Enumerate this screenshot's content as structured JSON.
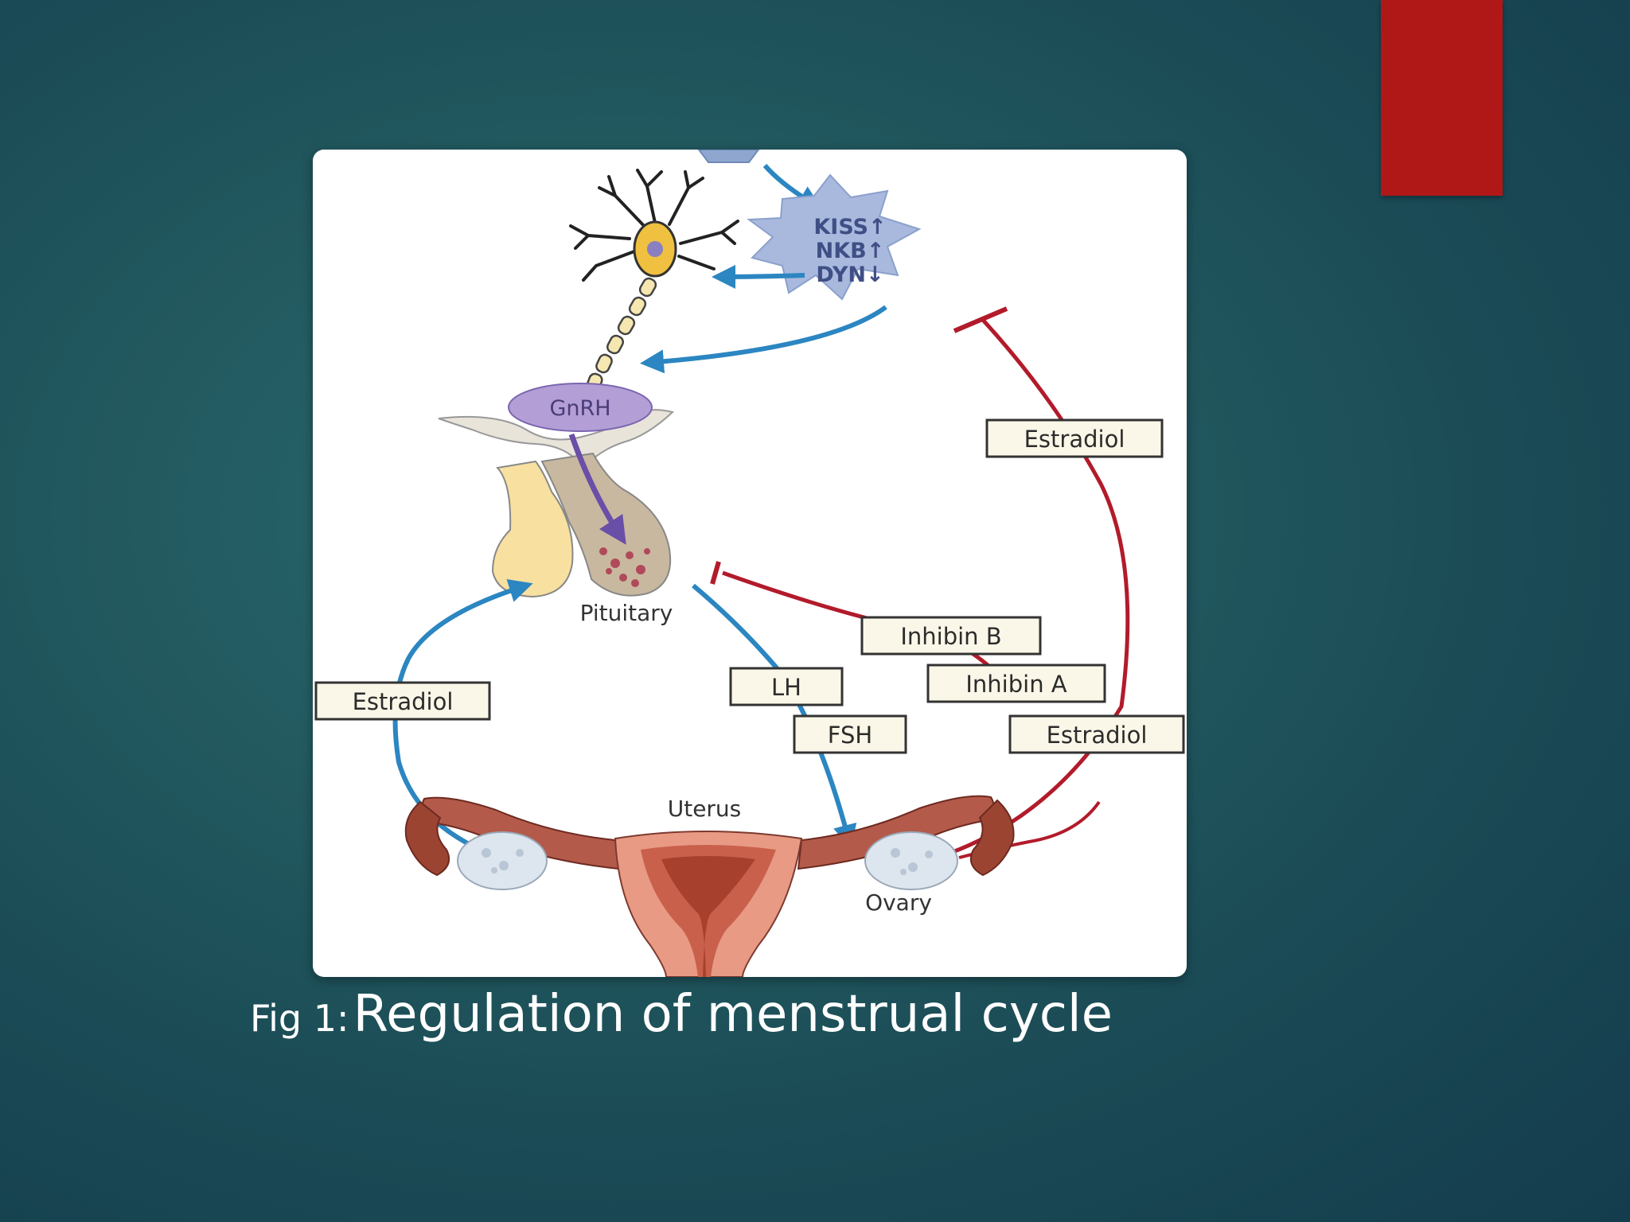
{
  "caption": {
    "prefix": "Fig 1:",
    "text": "Regulation of menstrual cycle"
  },
  "diagram": {
    "kiss_cell_lines": [
      "KISS↑",
      "NKB↑",
      "DYN↓"
    ],
    "gnrh": "GnRH",
    "pituitary": "Pituitary",
    "uterus": "Uterus",
    "ovary": "Ovary",
    "boxes": {
      "estradiol_left": "Estradiol",
      "estradiol_top_right": "Estradiol",
      "estradiol_bottom_right": "Estradiol",
      "lh": "LH",
      "fsh": "FSH",
      "inhibin_b": "Inhibin B",
      "inhibin_a": "Inhibin A"
    }
  },
  "colors": {
    "accent_tab": "#b01818",
    "stimulatory_arrow": "#2b86c1",
    "inhibitory_arrow": "#b21b2b",
    "gnrh_arrow": "#6a4fa8"
  }
}
